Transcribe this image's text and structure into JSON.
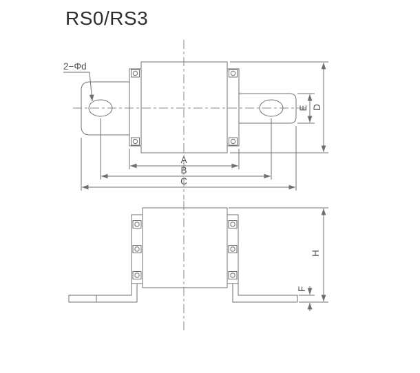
{
  "title": "RS0/RS3",
  "colors": {
    "line": "#6f6f6f",
    "centerline": "#8a8a8a",
    "text": "#4f4f4f",
    "title_color": "#2e2e2e",
    "bg": "#ffffff",
    "fill": "#ffffff"
  },
  "labels": {
    "hole_callout": "2−Φd",
    "dim_a": "A",
    "dim_b": "B",
    "dim_c": "C",
    "dim_d": "D",
    "dim_e": "E",
    "dim_f": "F",
    "dim_h": "H"
  }
}
